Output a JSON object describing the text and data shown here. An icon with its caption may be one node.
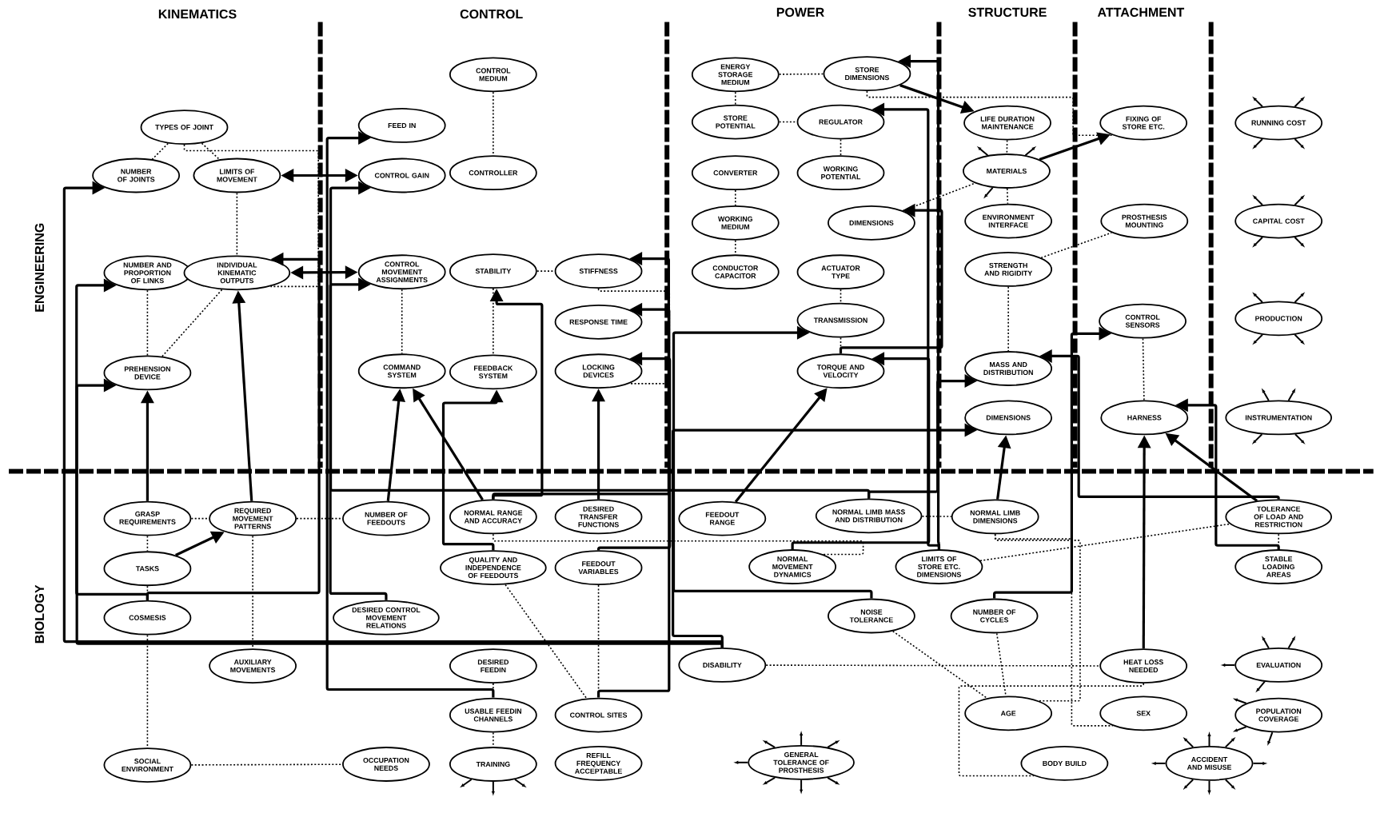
{
  "diagram": {
    "nodes": [
      {
        "text": [
          "TYPES OF JOINT"
        ]
      },
      {
        "text": [
          "NUMBER OF JOINTS"
        ]
      },
      {
        "text": [
          "LIMITS OF MOVEMENT"
        ]
      },
      {
        "text": [
          "NUMBER AND PROPORTION OF LINKS"
        ]
      },
      {
        "text": [
          "INDIVIDUAL KINEMATIC OUTPUTS"
        ]
      },
      {
        "text": [
          "PREHENSION DEVICE"
        ]
      },
      {
        "text": [
          "CONTROL MEDIUM"
        ]
      },
      {
        "text": [
          "FEED IN"
        ]
      },
      {
        "text": [
          "CONTROL GAIN"
        ]
      },
      {
        "text": [
          "CONTROLLER"
        ]
      },
      {
        "text": [
          "CONTROL MOVEMENT ASSIGNMENTS"
        ]
      },
      {
        "text": [
          "STABILITY"
        ]
      },
      {
        "text": [
          "STIFFNESS"
        ]
      },
      {
        "text": [
          "RESPONSE TIME"
        ]
      },
      {
        "text": [
          "COMMAND SYSTEM"
        ]
      },
      {
        "text": [
          "FEEDBACK SYSTEM"
        ]
      },
      {
        "text": [
          "LOCKING DEVICES"
        ]
      },
      {
        "text": [
          "ENERGY STORAGE MEDIUM"
        ]
      },
      {
        "text": [
          "STORE DIMENSIONS"
        ]
      },
      {
        "text": [
          "STORE POTENTIAL"
        ]
      },
      {
        "text": [
          "REGULATOR"
        ]
      },
      {
        "text": [
          "CONVERTER"
        ]
      },
      {
        "text": [
          "WORKING POTENTIAL"
        ]
      },
      {
        "text": [
          "WORKING MEDIUM"
        ]
      },
      {
        "text": [
          "DIMENSIONS"
        ]
      },
      {
        "text": [
          "CONDUCTOR CAPACITOR"
        ]
      },
      {
        "text": [
          "ACTUATOR TYPE"
        ]
      },
      {
        "text": [
          "TRANSMISSION"
        ]
      },
      {
        "text": [
          "TORQUE AND VELOCITY"
        ]
      },
      {
        "text": [
          "LIFE DURATION MAINTENANCE"
        ]
      },
      {
        "text": [
          "MATERIALS"
        ]
      },
      {
        "text": [
          "ENVIRONMENT INTERFACE"
        ]
      },
      {
        "text": [
          "STRENGTH AND RIGIDITY"
        ]
      },
      {
        "text": [
          "MASS AND DISTRIBUTION"
        ]
      },
      {
        "text": [
          "DIMENSIONS"
        ]
      },
      {
        "text": [
          "FIXING OF STORE ETC."
        ]
      },
      {
        "text": [
          "PROSTHESIS MOUNTING"
        ]
      },
      {
        "text": [
          "CONTROL SENSORS"
        ]
      },
      {
        "text": [
          "HARNESS"
        ]
      },
      {
        "text": [
          "RUNNING COST"
        ]
      },
      {
        "text": [
          "CAPITAL COST"
        ]
      },
      {
        "text": [
          "PRODUCTION"
        ]
      },
      {
        "text": [
          "INSTRUMENTATION"
        ]
      },
      {
        "text": [
          "GRASP REQUIREMENTS"
        ]
      },
      {
        "text": [
          "REQUIRED MOVEMENT PATTERNS"
        ]
      },
      {
        "text": [
          "NUMBER OF FEEDOUTS"
        ]
      },
      {
        "text": [
          "NORMAL RANGE AND ACCURACY"
        ]
      },
      {
        "text": [
          "DESIRED TRANSFER FUNCTIONS"
        ]
      },
      {
        "text": [
          "FEEDOUT RANGE"
        ]
      },
      {
        "text": [
          "NORMAL LIMB MASS AND DISTRIBUTION"
        ]
      },
      {
        "text": [
          "NORMAL LIMB DIMENSIONS"
        ]
      },
      {
        "text": [
          "TOLERANCE OF LOAD AND RESTRICTION"
        ]
      },
      {
        "text": [
          "TASKS"
        ]
      },
      {
        "text": [
          "QUALITY AND INDEPENDENCE OF FEEDOUTS"
        ]
      },
      {
        "text": [
          "FEEDOUT VARIABLES"
        ]
      },
      {
        "text": [
          "NORMAL MOVEMENT DYNAMICS"
        ]
      },
      {
        "text": [
          "LIMITS OF STORE ETC. DIMENSIONS"
        ]
      },
      {
        "text": [
          "STABLE LOADING AREAS"
        ]
      },
      {
        "text": [
          "COSMESIS"
        ]
      },
      {
        "text": [
          "DESIRED CONTROL MOVEMENT RELATIONS"
        ]
      },
      {
        "text": [
          "NOISE TOLERANCE"
        ]
      },
      {
        "text": [
          "NUMBER OF CYCLES"
        ]
      },
      {
        "text": [
          "AUXILIARY MOVEMENTS"
        ]
      },
      {
        "text": [
          "DESIRED FEEDIN"
        ]
      },
      {
        "text": [
          "DISABILITY"
        ]
      },
      {
        "text": [
          "HEAT LOSS NEEDED"
        ]
      },
      {
        "text": [
          "EVALUATION"
        ]
      },
      {
        "text": [
          "USABLE FEEDIN CHANNELS"
        ]
      },
      {
        "text": [
          "CONTROL SITES"
        ]
      },
      {
        "text": [
          "AGE"
        ]
      },
      {
        "text": [
          "SEX"
        ]
      },
      {
        "text": [
          "POPULATION COVERAGE"
        ]
      },
      {
        "text": [
          "SOCIAL ENVIRONMENT"
        ]
      },
      {
        "text": [
          "OCCUPATION NEEDS"
        ]
      },
      {
        "text": [
          "TRAINING"
        ]
      },
      {
        "text": [
          "REFILL FREQUENCY ACCEPTABLE"
        ]
      },
      {
        "text": [
          "GENERAL TOLERANCE OF PROSTHESIS"
        ]
      },
      {
        "text": [
          "BODY BUILD"
        ]
      },
      {
        "text": [
          "ACCIDENT AND MISUSE"
        ]
      }
    ],
    "edges": [
      {
        "from": 43,
        "to": 5,
        "arrow": "to"
      },
      {
        "from": 52,
        "to": 44,
        "arrow": "to"
      },
      {
        "from": 44,
        "to": 4,
        "arrow": "to"
      },
      {
        "from": 58,
        "to": 3,
        "arrow": "to"
      },
      {
        "from": 58,
        "to": 4,
        "arrow": "to"
      },
      {
        "from": 64,
        "to": 1,
        "arrow": "to"
      },
      {
        "from": 64,
        "to": 5,
        "arrow": "to"
      },
      {
        "from": 2,
        "to": 8,
        "arrow": "both"
      },
      {
        "from": 4,
        "to": 10,
        "arrow": "both"
      },
      {
        "from": 45,
        "to": 14,
        "arrow": "to"
      },
      {
        "from": 59,
        "to": 10,
        "arrow": "to"
      },
      {
        "from": 46,
        "to": 14,
        "arrow": "to"
      },
      {
        "from": 53,
        "to": 15,
        "arrow": "to"
      },
      {
        "from": 47,
        "to": 16,
        "arrow": "to"
      },
      {
        "from": 54,
        "to": 16,
        "arrow": "to"
      },
      {
        "from": 46,
        "to": 11,
        "arrow": "to"
      },
      {
        "from": 46,
        "to": 12,
        "arrow": "to"
      },
      {
        "from": 68,
        "to": 13,
        "arrow": "to"
      },
      {
        "from": 67,
        "to": 7,
        "arrow": "to"
      },
      {
        "from": 55,
        "to": 28,
        "arrow": "to"
      },
      {
        "from": 48,
        "to": 28,
        "arrow": "to"
      },
      {
        "from": 28,
        "to": 24,
        "arrow": "to"
      },
      {
        "from": 60,
        "to": 27,
        "arrow": "to"
      },
      {
        "from": 56,
        "to": 18,
        "arrow": "to"
      },
      {
        "from": 56,
        "to": 20,
        "arrow": "to"
      },
      {
        "from": 18,
        "to": 29,
        "arrow": "to"
      },
      {
        "from": 49,
        "to": 33,
        "arrow": "to"
      },
      {
        "from": 49,
        "to": 8,
        "arrow": "to"
      },
      {
        "from": 50,
        "to": 34,
        "arrow": "to"
      },
      {
        "from": 64,
        "to": 34,
        "arrow": "to"
      },
      {
        "from": 61,
        "to": 37,
        "arrow": "to"
      },
      {
        "from": 51,
        "to": 38,
        "arrow": "to"
      },
      {
        "from": 51,
        "to": 33,
        "arrow": "to"
      },
      {
        "from": 57,
        "to": 38,
        "arrow": "to"
      },
      {
        "from": 65,
        "to": 38,
        "arrow": "to"
      },
      {
        "from": 30,
        "to": 35,
        "arrow": "to"
      },
      {
        "from": 0,
        "to": 1,
        "arrow": "none",
        "style": "dashed"
      },
      {
        "from": 0,
        "to": 2,
        "arrow": "none",
        "style": "dashed"
      },
      {
        "from": 0,
        "to": 4,
        "arrow": "none",
        "style": "dashed"
      },
      {
        "from": 2,
        "to": 4,
        "arrow": "none",
        "style": "dashed"
      },
      {
        "from": 3,
        "to": 5,
        "arrow": "none",
        "style": "dashed"
      },
      {
        "from": 4,
        "to": 5,
        "arrow": "none",
        "style": "dashed"
      },
      {
        "from": 6,
        "to": 9,
        "arrow": "none",
        "style": "dashed"
      },
      {
        "from": 10,
        "to": 14,
        "arrow": "none",
        "style": "dashed"
      },
      {
        "from": 11,
        "to": 15,
        "arrow": "none",
        "style": "dashed"
      },
      {
        "from": 12,
        "to": 16,
        "arrow": "none",
        "style": "dashed"
      },
      {
        "from": 11,
        "to": 12,
        "arrow": "none",
        "style": "dashed"
      },
      {
        "from": 17,
        "to": 18,
        "arrow": "none",
        "style": "dashed"
      },
      {
        "from": 17,
        "to": 19,
        "arrow": "none",
        "style": "dashed"
      },
      {
        "from": 19,
        "to": 20,
        "arrow": "none",
        "style": "dashed"
      },
      {
        "from": 20,
        "to": 22,
        "arrow": "none",
        "style": "dashed"
      },
      {
        "from": 21,
        "to": 23,
        "arrow": "none",
        "style": "dashed"
      },
      {
        "from": 23,
        "to": 25,
        "arrow": "none",
        "style": "dashed"
      },
      {
        "from": 26,
        "to": 27,
        "arrow": "none",
        "style": "dashed"
      },
      {
        "from": 27,
        "to": 28,
        "arrow": "none",
        "style": "dashed"
      },
      {
        "from": 24,
        "to": 30,
        "arrow": "none",
        "style": "dashed"
      },
      {
        "from": 18,
        "to": 35,
        "arrow": "none",
        "style": "dashed"
      },
      {
        "from": 29,
        "to": 30,
        "arrow": "none",
        "style": "dashed"
      },
      {
        "from": 30,
        "to": 31,
        "arrow": "none",
        "style": "dashed"
      },
      {
        "from": 32,
        "to": 33,
        "arrow": "none",
        "style": "dashed"
      },
      {
        "from": 32,
        "to": 36,
        "arrow": "none",
        "style": "dashed"
      },
      {
        "from": 37,
        "to": 38,
        "arrow": "none",
        "style": "dashed"
      },
      {
        "from": 43,
        "to": 44,
        "arrow": "none",
        "style": "dashed"
      },
      {
        "from": 44,
        "to": 45,
        "arrow": "none",
        "style": "dashed"
      },
      {
        "from": 43,
        "to": 52,
        "arrow": "none",
        "style": "dashed"
      },
      {
        "from": 52,
        "to": 58,
        "arrow": "none",
        "style": "dashed"
      },
      {
        "from": 58,
        "to": 72,
        "arrow": "none",
        "style": "dashed"
      },
      {
        "from": 72,
        "to": 73,
        "arrow": "none",
        "style": "dashed"
      },
      {
        "from": 44,
        "to": 62,
        "arrow": "none",
        "style": "dashed"
      },
      {
        "from": 67,
        "to": 74,
        "arrow": "none",
        "style": "dashed"
      },
      {
        "from": 63,
        "to": 67,
        "arrow": "none",
        "style": "dashed"
      },
      {
        "from": 54,
        "to": 68,
        "arrow": "none",
        "style": "dashed"
      },
      {
        "from": 53,
        "to": 68,
        "arrow": "none",
        "style": "dashed"
      },
      {
        "from": 49,
        "to": 50,
        "arrow": "none",
        "style": "dashed"
      },
      {
        "from": 50,
        "to": 69,
        "arrow": "none",
        "style": "dashed"
      },
      {
        "from": 50,
        "to": 70,
        "arrow": "none",
        "style": "dashed"
      },
      {
        "from": 51,
        "to": 57,
        "arrow": "none",
        "style": "dashed"
      },
      {
        "from": 56,
        "to": 51,
        "arrow": "none",
        "style": "dashed"
      },
      {
        "from": 46,
        "to": 55,
        "arrow": "none",
        "style": "dashed"
      },
      {
        "from": 60,
        "to": 69,
        "arrow": "none",
        "style": "dashed"
      },
      {
        "from": 61,
        "to": 69,
        "arrow": "none",
        "style": "dashed"
      },
      {
        "from": 65,
        "to": 77,
        "arrow": "none",
        "style": "dashed"
      },
      {
        "from": 64,
        "to": 65,
        "arrow": "none",
        "style": "dashed"
      }
    ],
    "labels": [
      "KINEMATICS",
      "CONTROL",
      "POWER",
      "STRUCTURE",
      "ATTACHMENT",
      "ENGINEERING",
      "BIOLOGY"
    ]
  }
}
